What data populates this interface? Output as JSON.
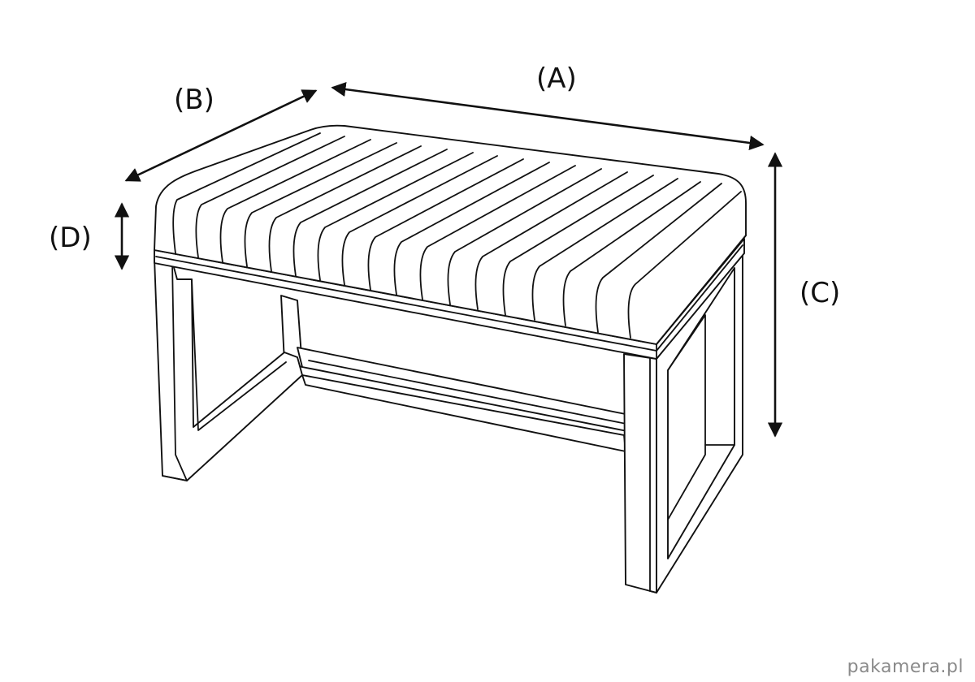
{
  "labels": {
    "a": "(A)",
    "b": "(B)",
    "c": "(C)",
    "d": "(D)"
  },
  "watermark": "pakamera.pl",
  "colors": {
    "line": "#111111",
    "background": "#ffffff",
    "watermark": "#8a8a8a"
  }
}
